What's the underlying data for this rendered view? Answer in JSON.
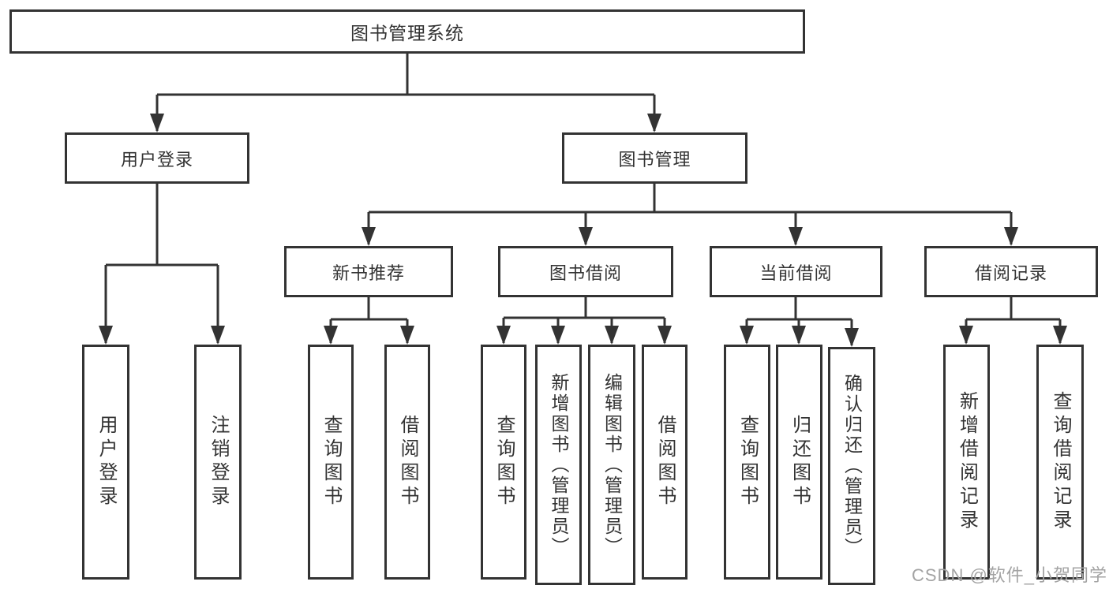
{
  "diagram": {
    "type": "hierarchy-tree",
    "root": {
      "label": "图书管理系统"
    },
    "branches": [
      {
        "label": "用户登录",
        "children": [
          {
            "label": "用户登录"
          },
          {
            "label": "注销登录"
          }
        ]
      },
      {
        "label": "图书管理",
        "children": [
          {
            "label": "新书推荐",
            "children": [
              {
                "label": "查询图书"
              },
              {
                "label": "借阅图书"
              }
            ]
          },
          {
            "label": "图书借阅",
            "children": [
              {
                "label": "查询图书"
              },
              {
                "label": "新增图书（管理员）"
              },
              {
                "label": "编辑图书（管理员）"
              },
              {
                "label": "借阅图书"
              }
            ]
          },
          {
            "label": "当前借阅",
            "children": [
              {
                "label": "查询图书"
              },
              {
                "label": "归还图书"
              },
              {
                "label": "确认归还（管理员）"
              }
            ]
          },
          {
            "label": "借阅记录",
            "children": [
              {
                "label": "新增借阅记录"
              },
              {
                "label": "查询借阅记录"
              }
            ]
          }
        ]
      }
    ]
  },
  "watermark": {
    "text": "CSDN @软件_小贺同学",
    "color": "#a3a3a3"
  },
  "colors": {
    "line": "#333333",
    "box_border": "#333333",
    "box_fill": "#ffffff",
    "text": "#333333",
    "background": "#ffffff"
  }
}
